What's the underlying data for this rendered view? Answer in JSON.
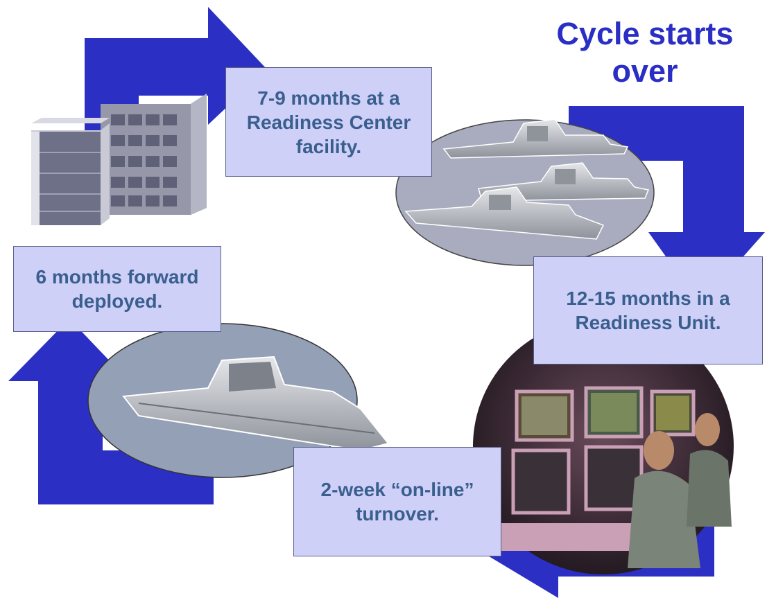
{
  "title": "Cycle starts\nover",
  "colors": {
    "arrow": "#2b2fc4",
    "box_fill": "#cfd0f8",
    "box_text": "#3a5f8e",
    "title": "#2a2ec5",
    "ellipse": "#94a0b6"
  },
  "steps": [
    {
      "label": "7-9 months at a\nReadiness Center\nfacility."
    },
    {
      "label": "12-15 months in a\nReadiness Unit."
    },
    {
      "label": "2-week “on-line”\nturnover."
    },
    {
      "label": "6 months forward\ndeployed."
    }
  ],
  "illustrations": [
    "office-building-icon",
    "three-destroyers-image",
    "combat-operators-image",
    "single-destroyer-image"
  ]
}
